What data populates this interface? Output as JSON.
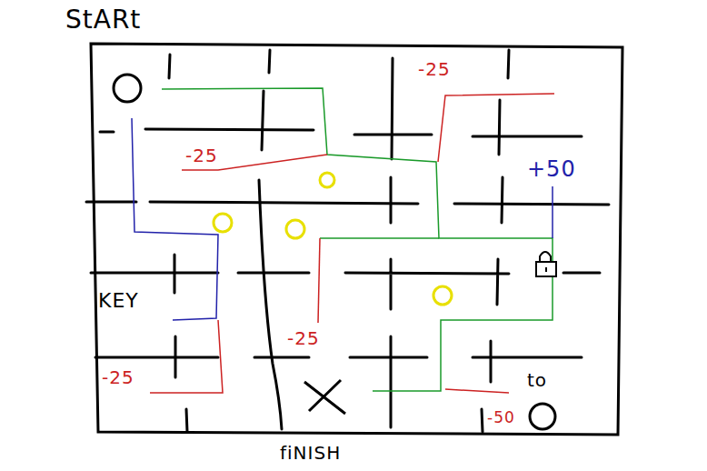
{
  "diagram": {
    "labels": [
      "StARt",
      "-25",
      "-25",
      "+50",
      "KEY",
      "-25",
      "-25",
      "to",
      "-50",
      "fiNISH"
    ]
  }
}
